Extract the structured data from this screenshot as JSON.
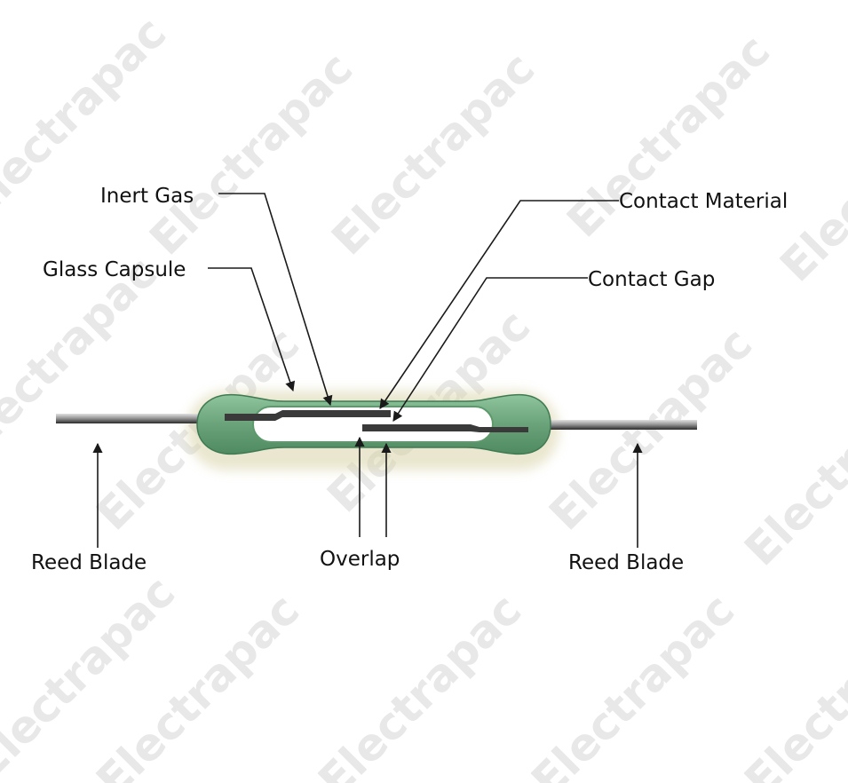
{
  "labels": {
    "inert_gas": "Inert Gas",
    "glass_capsule": "Glass Capsule",
    "contact_material": "Contact Material",
    "contact_gap": "Contact Gap",
    "reed_blade_left": "Reed Blade",
    "overlap": "Overlap",
    "reed_blade_right": "Reed Blade"
  },
  "watermark": {
    "text": "Electrapac",
    "color": "#e8e8e8"
  },
  "colors": {
    "capsule": "#6aa27a",
    "capsule_edge": "#3f7a52",
    "blade": "#2e2e2e",
    "background": "#ffffff"
  }
}
